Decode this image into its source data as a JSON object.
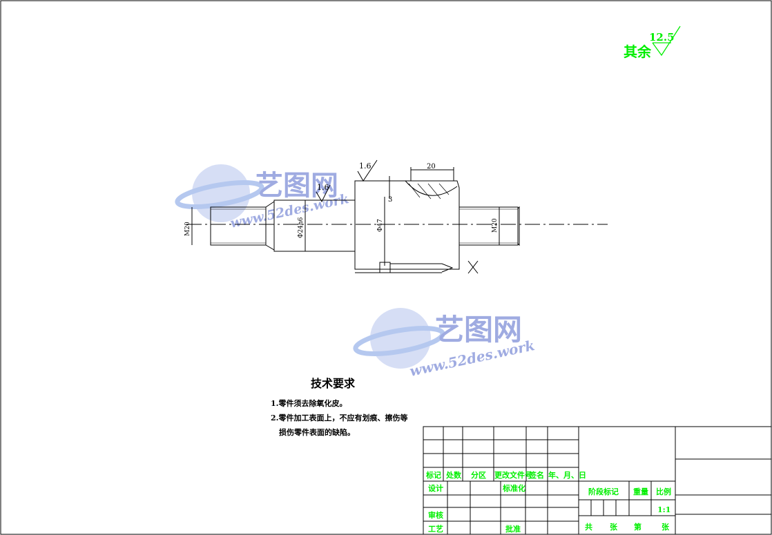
{
  "drawing": {
    "roughness_note": {
      "prefix": "其余",
      "value": "12.5"
    },
    "surface_marks": [
      "1.6",
      "1.6"
    ],
    "dimensions": {
      "length_20": "20",
      "chamfer": "3",
      "left_dia": "M20",
      "step_dia": "Φ24h6",
      "body_dia": "Φ47",
      "right_dia": "M20"
    }
  },
  "watermark": {
    "brand": "艺图网",
    "url": "www.52des.work"
  },
  "tech_req": {
    "title": "技术要求",
    "items": [
      "1.零件须去除氧化皮。",
      "2.零件加工表面上，不应有划痕、擦伤等",
      "损伤零件表面的缺陷。"
    ]
  },
  "title_block": {
    "headers": [
      "标记",
      "处数",
      "分区",
      "更改文件号",
      "签名",
      "年、月、日"
    ],
    "design": "设计",
    "standardize": "标准化",
    "review": "审核",
    "process": "工艺",
    "approve": "批准",
    "stage_mark": "阶段标记",
    "weight": "重量",
    "ratio": "比例",
    "ratio_value": "1:1",
    "total": "共",
    "sheets": "张",
    "page": "第",
    "sheet": "张"
  },
  "colors": {
    "annotation": "#00ee00",
    "line": "#000000",
    "watermark": "#7f8fd8"
  }
}
